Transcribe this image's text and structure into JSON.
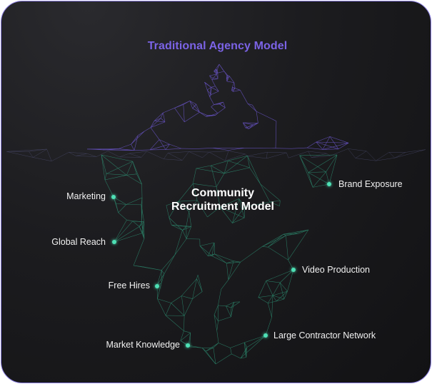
{
  "diagram": {
    "title": "Traditional Agency Model",
    "center_title_line1": "Community",
    "center_title_line2": "Recruitment Model",
    "left_labels": {
      "marketing": "Marketing",
      "global_reach": "Global Reach",
      "free_hires": "Free Hires",
      "market_knowledge": "Market Knowledge"
    },
    "right_labels": {
      "brand_exposure": "Brand Exposure",
      "video_production": "Video Production",
      "large_contractor_network": "Large Contractor Network"
    },
    "colors": {
      "border": "#8b7fe0",
      "title": "#7b63e6",
      "tip_mesh": "#6a55c8",
      "underwater_mesh": "#2f9a7a",
      "dot": "#4ee0b5",
      "background": "#1c1c1f"
    }
  }
}
